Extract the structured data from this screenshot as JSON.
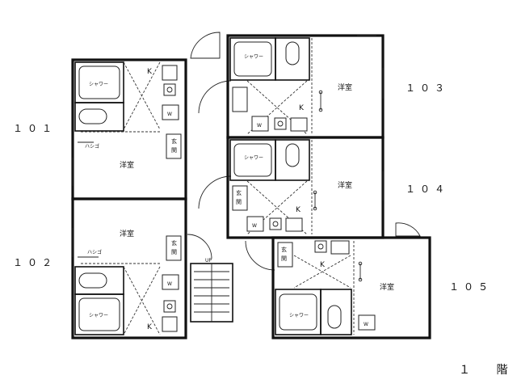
{
  "units": {
    "u101": "１０１",
    "u102": "１０２",
    "u103": "１０３",
    "u104": "１０４",
    "u105": "１０５"
  },
  "rooms": {
    "youshitsu": "洋室",
    "shower": "シャワー",
    "genkan": "玄関",
    "kitchen": "K",
    "washer": "W",
    "hashigo": "ハシゴ",
    "up": "UP"
  },
  "floor": "１ 階"
}
